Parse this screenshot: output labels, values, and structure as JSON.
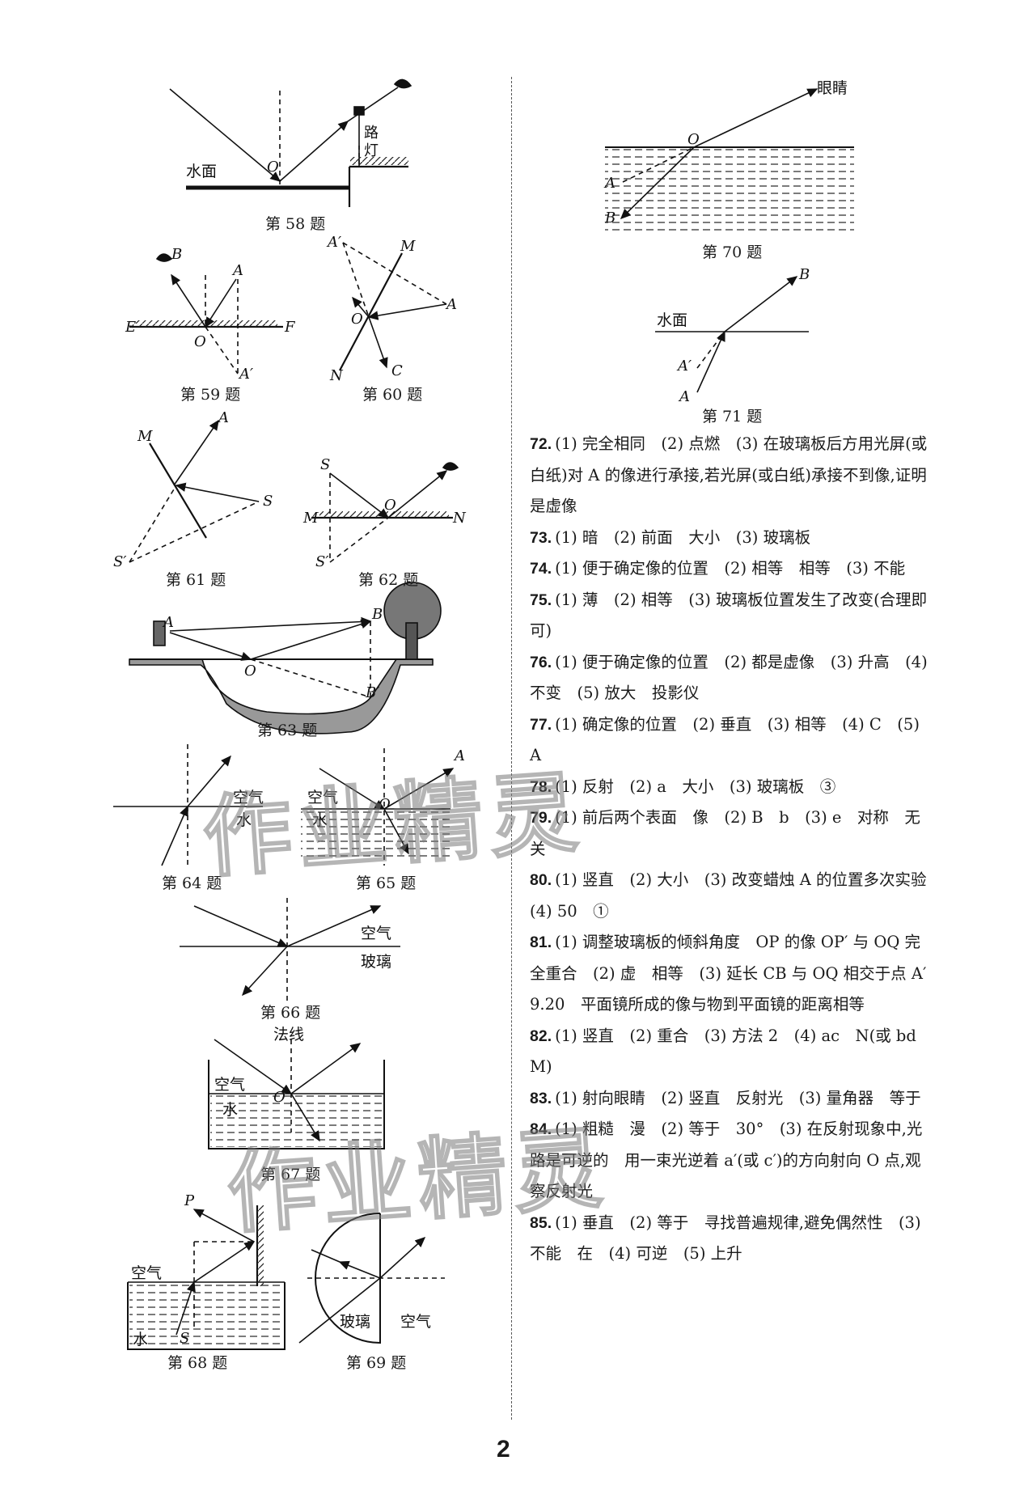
{
  "figure_captions": {
    "q58": "第 58 题",
    "q59": "第 59 题",
    "q60": "第 60 题",
    "q61": "第 61 题",
    "q62": "第 62 题",
    "q63": "第 63 题",
    "q64": "第 64 题",
    "q65": "第 65 题",
    "q66": "第 66 题",
    "q67": "第 67 题",
    "q68": "第 68 题",
    "q69": "第 69 题",
    "q70": "第 70 题",
    "q71": "第 71 题"
  },
  "figure_labels": {
    "water_surface": "水面",
    "street_lamp": "路灯",
    "eye": "眼睛",
    "air": "空气",
    "water": "水",
    "glass": "玻璃",
    "normal": "法线"
  },
  "answers": [
    {
      "num": "72.",
      "text": "(1) 完全相同　(2) 点燃　(3) 在玻璃板后方用光屏(或白纸)对 A 的像进行承接,若光屏(或白纸)承接不到像,证明是虚像"
    },
    {
      "num": "73.",
      "text": "(1) 暗　(2) 前面　大小　(3) 玻璃板"
    },
    {
      "num": "74.",
      "text": "(1) 便于确定像的位置　(2) 相等　相等　(3) 不能"
    },
    {
      "num": "75.",
      "text": "(1) 薄　(2) 相等　(3) 玻璃板位置发生了改变(合理即可)"
    },
    {
      "num": "76.",
      "text": "(1) 便于确定像的位置　(2) 都是虚像　(3) 升高　(4) 不变　(5) 放大　投影仪"
    },
    {
      "num": "77.",
      "text": "(1) 确定像的位置　(2) 垂直　(3) 相等　(4) C　(5) A"
    },
    {
      "num": "78.",
      "text": "(1) 反射　(2) a　大小　(3) 玻璃板　③"
    },
    {
      "num": "79.",
      "text": "(1) 前后两个表面　像　(2) B　b　(3) e　对称　无关"
    },
    {
      "num": "80.",
      "text": "(1) 竖直　(2) 大小　(3) 改变蜡烛 A 的位置多次实验　(4) 50　①"
    },
    {
      "num": "81.",
      "text": "(1) 调整玻璃板的倾斜角度　OP 的像 OP′ 与 OQ 完全重合　(2) 虚　相等　(3) 延长 CB 与 OQ 相交于点 A′　9.20　平面镜所成的像与物到平面镜的距离相等"
    },
    {
      "num": "82.",
      "text": "(1) 竖直　(2) 重合　(3) 方法 2　(4) ac　N(或 bd　M)"
    },
    {
      "num": "83.",
      "text": "(1) 射向眼睛　(2) 竖直　反射光　(3) 量角器　等于"
    },
    {
      "num": "84.",
      "text": "(1) 粗糙　漫　(2) 等于　30°　(3) 在反射现象中,光路是可逆的　用一束光逆着 a′(或 c′)的方向射向 O 点,观察反射光"
    },
    {
      "num": "85.",
      "text": "(1) 垂直　(2) 等于　寻找普遍规律,避免偶然性　(3) 不能　在　(4) 可逆　(5) 上升"
    }
  ],
  "page_number": "2"
}
